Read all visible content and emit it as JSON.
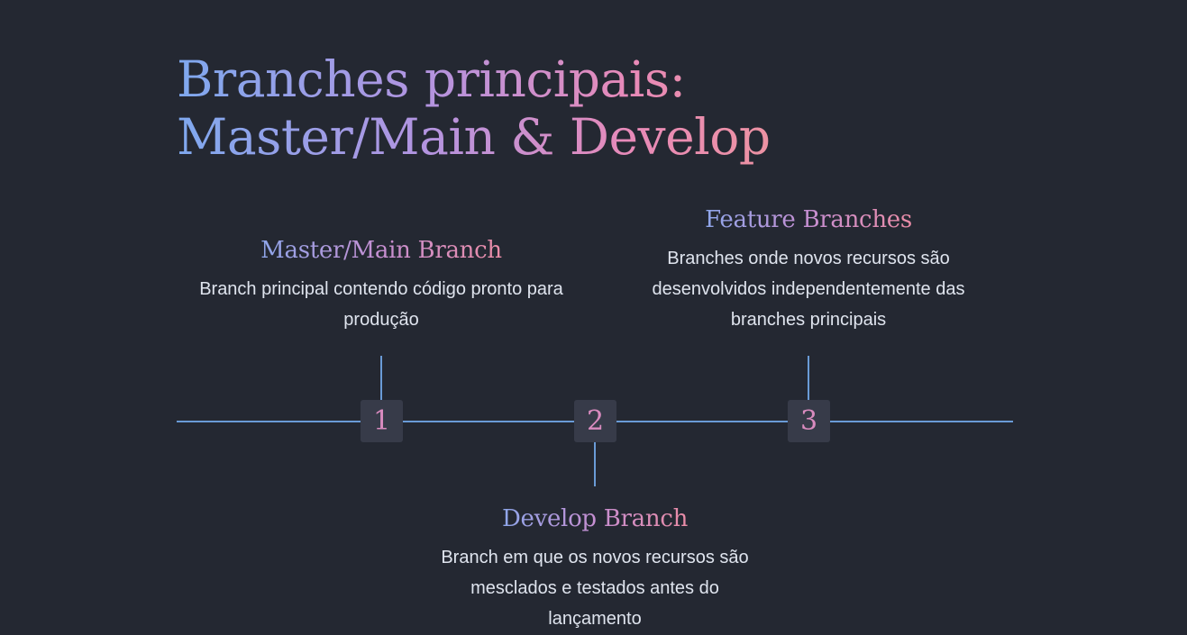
{
  "title": "Branches principais: Master/Main & Develop",
  "timeline": {
    "items": [
      {
        "number": "1",
        "heading": "Master/Main Branch",
        "description": "Branch principal contendo código pronto para produção"
      },
      {
        "number": "2",
        "heading": "Develop Branch",
        "description": "Branch em que os novos recursos são mesclados e testados antes do lançamento"
      },
      {
        "number": "3",
        "heading": "Feature Branches",
        "description": "Branches onde novos recursos são desenvolvidos independentemente das branches principais"
      }
    ]
  },
  "colors": {
    "background": "#242832",
    "line": "#6a9bd6",
    "marker_bg": "#373b49",
    "marker_text": "#d98bbf",
    "body_text": "#dfe4ee"
  }
}
